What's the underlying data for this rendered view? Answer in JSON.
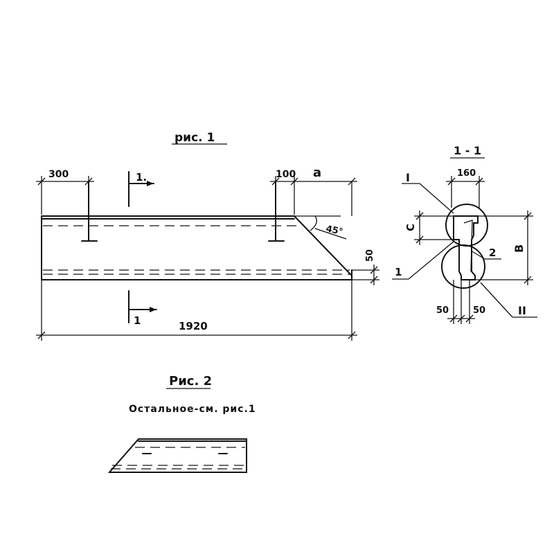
{
  "figure1": {
    "title": "рис. 1",
    "dim_left": "300",
    "dim_offset": "100",
    "dim_a": "a",
    "angle": "45°",
    "dim_height": "50",
    "overall_length": "1920",
    "section_mark_top": "1.",
    "section_mark_bottom": "1"
  },
  "section": {
    "title": "1 - 1",
    "width": "160",
    "label_c": "C",
    "label_b": "B",
    "callout_I": "I",
    "callout_II": "II",
    "callout_1": "1",
    "callout_2": "2",
    "dim_left": "50",
    "dim_right": "50"
  },
  "figure2": {
    "title": "Рис. 2",
    "note": "Остальное-см. рис.1"
  }
}
